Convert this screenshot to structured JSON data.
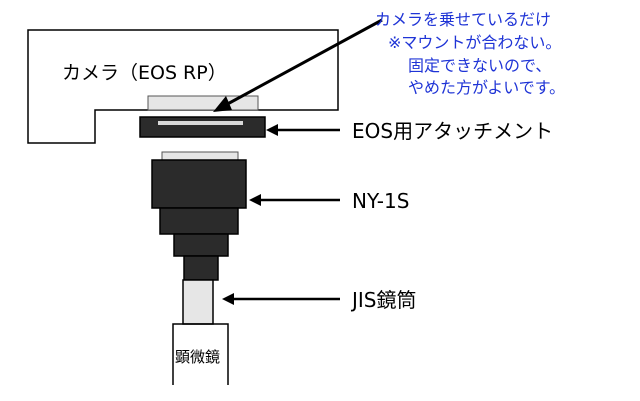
{
  "labels": {
    "camera": "カメラ（EOS RP）",
    "attachment": "EOS用アタッチメント",
    "ny1s": "NY-1S",
    "jis_tube": "JIS鏡筒",
    "microscope": "顕微鏡"
  },
  "note": {
    "lines": [
      "カメラを乗せているだけ",
      "※マウントが合わない。",
      "固定できないので、",
      "やめた方がよいです。"
    ],
    "color": "#1f34d6"
  },
  "colors": {
    "outline": "#000000",
    "body_fill": "#2b2b2b",
    "light_fill": "#e6e6e6"
  }
}
